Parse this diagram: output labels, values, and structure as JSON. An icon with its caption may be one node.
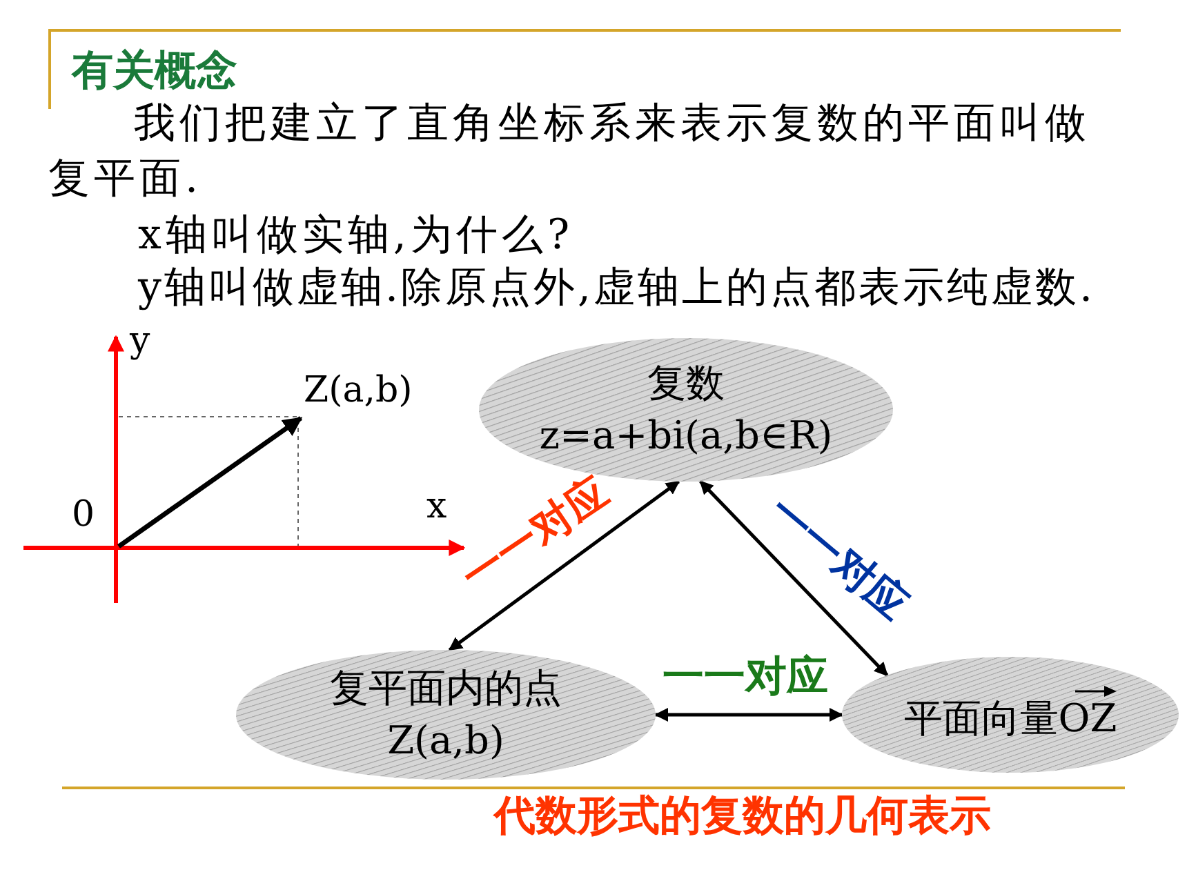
{
  "diagram": {
    "title": "有关概念",
    "caption": "代数形式的复数的几何表示",
    "nodes": [
      {
        "text": [
          "复数",
          "z=a+bi(a,b∈R)"
        ]
      },
      {
        "text": [
          "复平面内的点",
          "Z(a,b)"
        ]
      },
      {
        "text": [
          "平面向量OZ"
        ]
      }
    ],
    "edges": [
      {
        "from": 1,
        "to": 0,
        "arrow": "both",
        "label": "一一对应"
      },
      {
        "from": 0,
        "to": 2,
        "arrow": "both",
        "label": "一一对应"
      },
      {
        "from": 1,
        "to": 2,
        "arrow": "both",
        "label": "一一对应"
      }
    ],
    "labels": [
      "我们把建立了直角坐标系来表示复数的平面叫做复平面.",
      "x轴叫做实轴,为什么?",
      "y轴叫做虚轴.除原点外,虚轴上的点都表示纯虚数.",
      "y",
      "Z(a,b)",
      "0",
      "x"
    ]
  }
}
